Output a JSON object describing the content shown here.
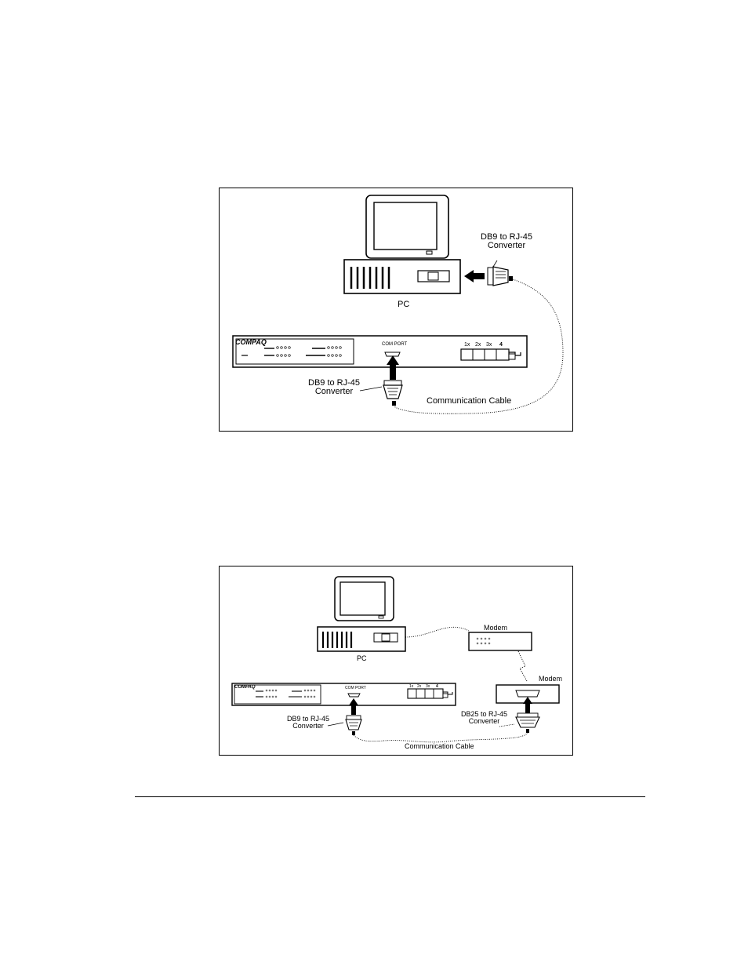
{
  "figure1": {
    "labels": {
      "converter_top": "DB9 to RJ-45\nConverter",
      "pc": "PC",
      "converter_bottom": "DB9 to RJ-45\nConverter",
      "cable": "Communication Cable",
      "com_port": "COM PORT"
    },
    "hub": {
      "logo": "COMPAQ",
      "ports": [
        "1x",
        "2x",
        "3x",
        "4"
      ]
    }
  },
  "figure2": {
    "labels": {
      "modem_top": "Modem",
      "modem_bottom": "Modem",
      "pc": "PC",
      "converter_left": "DB9 to RJ-45\nConverter",
      "converter_right": "DB25 to RJ-45\nConverter",
      "cable": "Communication Cable",
      "com_port": "COM PORT"
    },
    "hub": {
      "logo": "COMPAQ",
      "ports": [
        "1x",
        "2x",
        "3x",
        "4"
      ]
    }
  },
  "colors": {
    "line": "#000000",
    "background": "#ffffff"
  }
}
